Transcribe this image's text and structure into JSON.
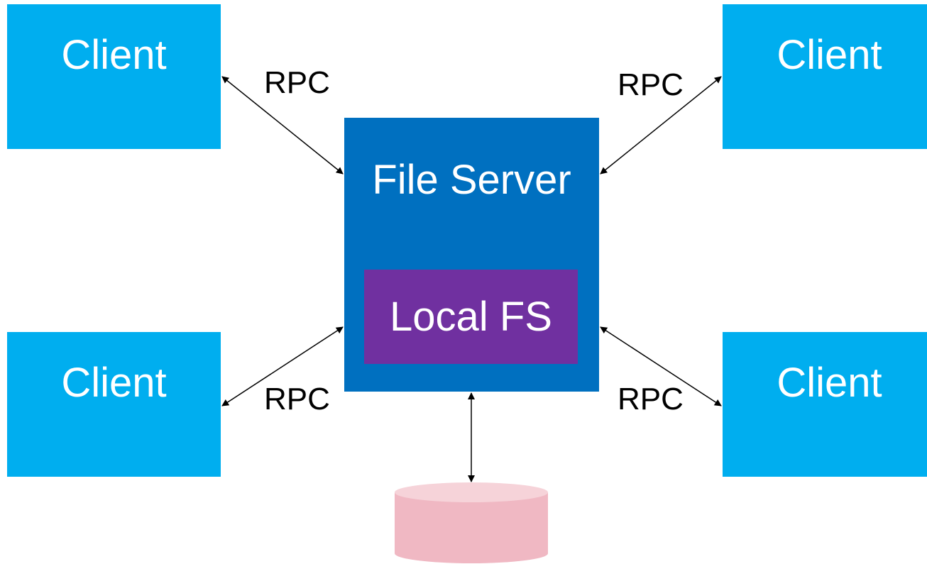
{
  "nodes": {
    "client_top_left": "Client",
    "client_top_right": "Client",
    "client_bottom_left": "Client",
    "client_bottom_right": "Client",
    "file_server": "File Server",
    "local_fs": "Local FS"
  },
  "edges": {
    "top_left": "RPC",
    "top_right": "RPC",
    "bottom_left": "RPC",
    "bottom_right": "RPC"
  },
  "colors": {
    "client": "#00aeef",
    "file_server": "#0070c0",
    "local_fs": "#7030a0",
    "disk_top": "#f6d3d9",
    "disk_body": "#f0b8c3"
  }
}
